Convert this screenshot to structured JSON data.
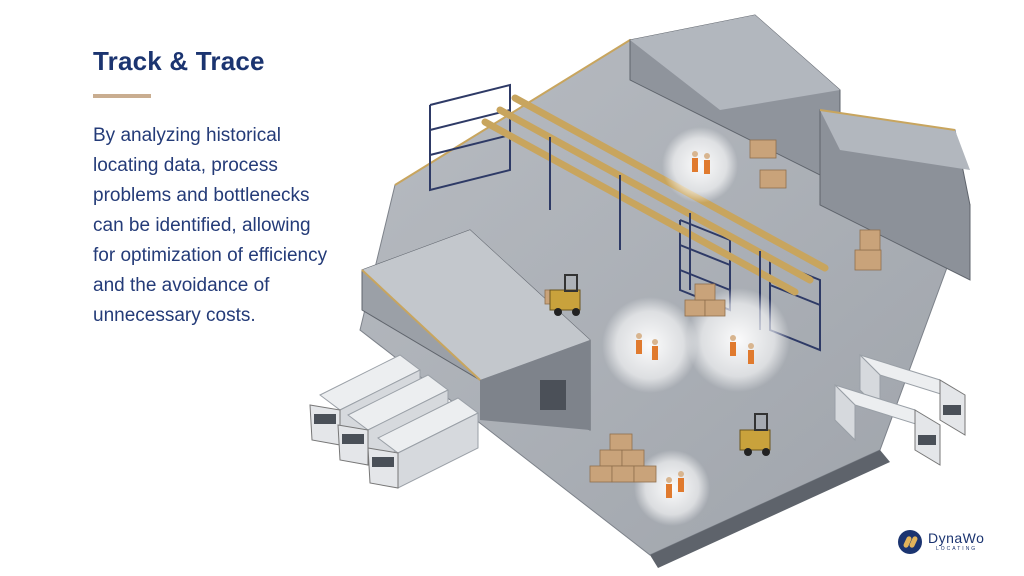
{
  "slide": {
    "title": "Track & Trace",
    "body": "By analyzing historical locating data, process problems and bottlenecks can be identified, allowing for optimization of efficiency and the avoidance of unnecessary costs."
  },
  "logo": {
    "name": "DynaWo",
    "subtitle": "LOCATING"
  },
  "colors": {
    "title": "#1b3470",
    "accent_rule": "#c9ad90",
    "body": "#243b78",
    "floor": "#a9aeb5",
    "conveyor": "#c8a55e",
    "building": "#8f949c"
  },
  "icons": [
    "warehouse-illustration",
    "truck-icon",
    "forklift-icon",
    "worker-icon",
    "logo-mark"
  ]
}
